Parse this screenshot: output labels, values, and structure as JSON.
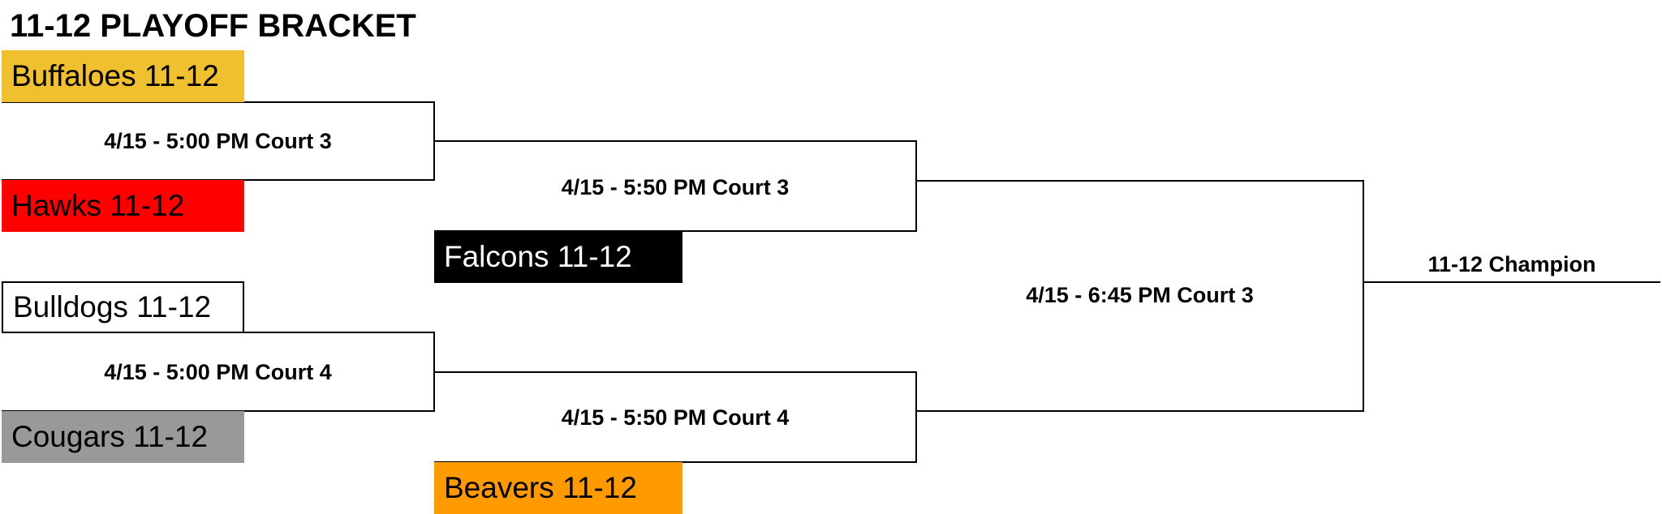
{
  "bracket": {
    "title": "11-12 PLAYOFF BRACKET",
    "teams": {
      "buffaloes": {
        "name": "Buffaloes 11-12",
        "bg": "#f0c030",
        "fg": "#000000"
      },
      "hawks": {
        "name": "Hawks 11-12",
        "bg": "#ff0000",
        "fg": "#000000"
      },
      "bulldogs": {
        "name": "Bulldogs 11-12",
        "bg": "#ffffff",
        "fg": "#000000"
      },
      "cougars": {
        "name": "Cougars 11-12",
        "bg": "#999999",
        "fg": "#000000"
      },
      "falcons": {
        "name": "Falcons 11-12",
        "bg": "#000000",
        "fg": "#ffffff"
      },
      "beavers": {
        "name": "Beavers 11-12",
        "bg": "#ff9a00",
        "fg": "#000000"
      }
    },
    "games": {
      "r1_top": "4/15 - 5:00 PM Court 3",
      "r1_bottom": "4/15 - 5:00 PM Court 4",
      "r2_top": "4/15 - 5:50 PM Court 3",
      "r2_bottom": "4/15 - 5:50 PM Court 4",
      "final": "4/15 - 6:45 PM Court 3"
    },
    "champion_label": "11-12 Champion"
  }
}
